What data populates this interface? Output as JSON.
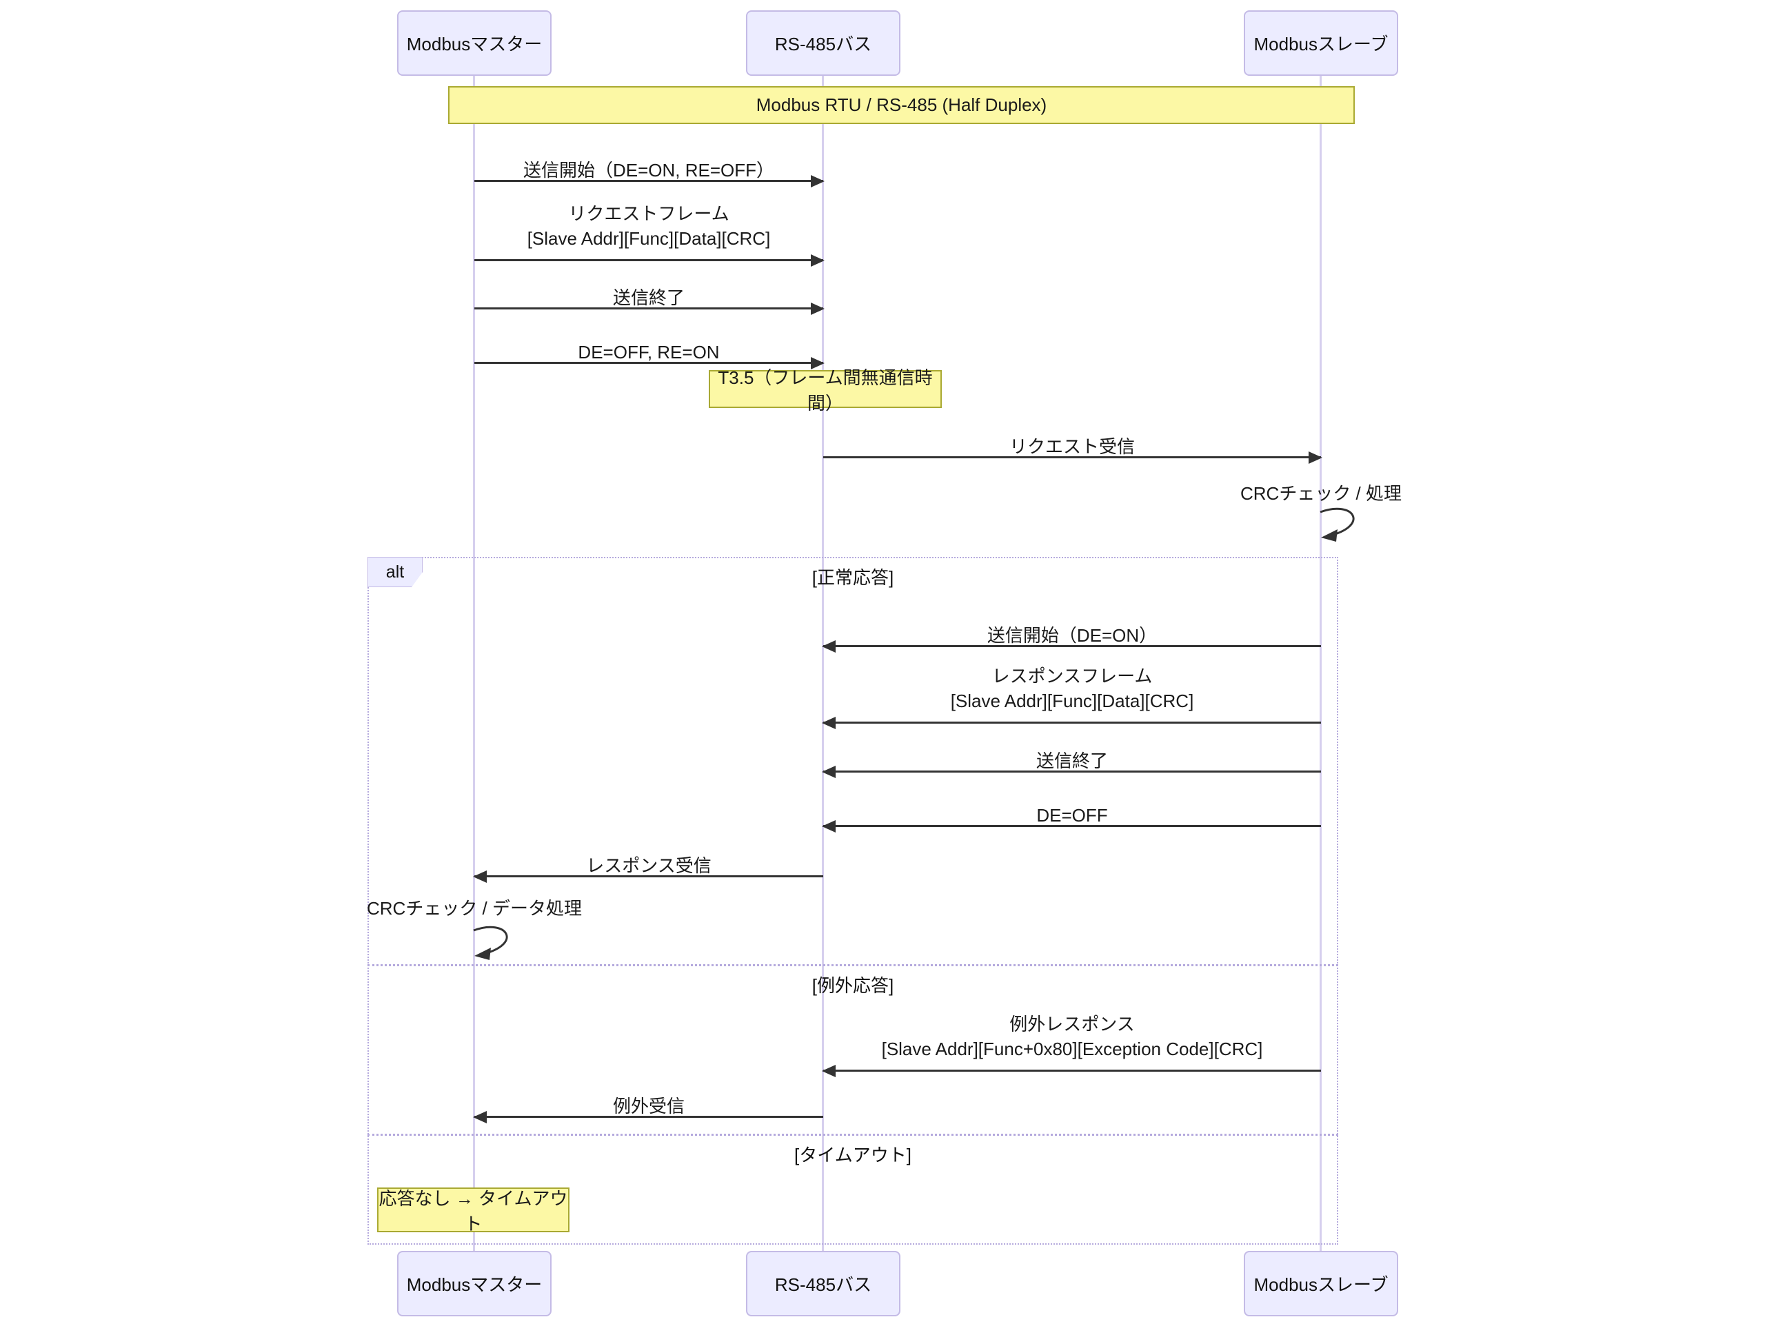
{
  "diagram": {
    "kind": "sequence-diagram",
    "protocol_note": "Modbus RTU / RS-485 (Half Duplex)",
    "actors": [
      {
        "id": "master",
        "label": "Modbusマスター"
      },
      {
        "id": "bus",
        "label": "RS-485バス"
      },
      {
        "id": "slave",
        "label": "Modbusスレーブ"
      }
    ],
    "messages": [
      {
        "from": "master",
        "to": "bus",
        "lines": [
          "送信開始（DE=ON, RE=OFF）"
        ]
      },
      {
        "from": "master",
        "to": "bus",
        "lines": [
          "リクエストフレーム",
          "[Slave Addr][Func][Data][CRC]"
        ]
      },
      {
        "from": "master",
        "to": "bus",
        "lines": [
          "送信終了"
        ]
      },
      {
        "from": "master",
        "to": "bus",
        "lines": [
          "DE=OFF, RE=ON"
        ]
      },
      {
        "from": "bus",
        "to": "slave",
        "lines": [
          "リクエスト受信"
        ]
      },
      {
        "self": "slave",
        "lines": [
          "CRCチェック / 処理"
        ]
      },
      {
        "from": "slave",
        "to": "bus",
        "lines": [
          "送信開始（DE=ON）"
        ]
      },
      {
        "from": "slave",
        "to": "bus",
        "lines": [
          "レスポンスフレーム",
          "[Slave Addr][Func][Data][CRC]"
        ]
      },
      {
        "from": "slave",
        "to": "bus",
        "lines": [
          "送信終了"
        ]
      },
      {
        "from": "slave",
        "to": "bus",
        "lines": [
          "DE=OFF"
        ]
      },
      {
        "from": "bus",
        "to": "master",
        "lines": [
          "レスポンス受信"
        ]
      },
      {
        "self": "master",
        "lines": [
          "CRCチェック / データ処理"
        ]
      },
      {
        "from": "slave",
        "to": "bus",
        "lines": [
          "例外レスポンス",
          "[Slave Addr][Func+0x80][Exception Code][CRC]"
        ]
      },
      {
        "from": "bus",
        "to": "master",
        "lines": [
          "例外受信"
        ]
      }
    ],
    "notes": {
      "t35": "T3.5（フレーム間無通信時間）",
      "timeout": "応答なし → タイムアウト"
    },
    "alt": {
      "label": "alt",
      "conditions": [
        "[正常応答]",
        "[例外応答]",
        "[タイムアウト]"
      ]
    },
    "colors": {
      "actor_fill": "#ECECFF",
      "actor_border": "#c4bbe6",
      "note_fill": "#fcf8a5",
      "note_border": "#a9a933",
      "lifeline": "#d6cfee",
      "frame_border": "#b5aadd",
      "arrow": "#333333"
    }
  }
}
